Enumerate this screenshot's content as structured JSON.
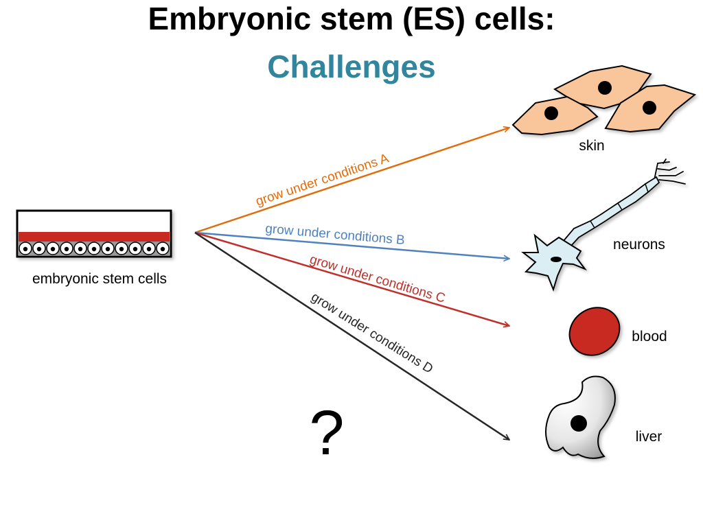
{
  "title": "Embryonic stem (ES) cells:",
  "subtitle": "Challenges",
  "source_label": "embryonic stem cells",
  "question_mark": "?",
  "colors": {
    "subtitle": "#31859c",
    "condition_a": "#e36c0a",
    "condition_b": "#4f81bd",
    "condition_c": "#c0302b",
    "condition_d": "#262626",
    "skin_cell": "#f9c59b",
    "blood_cell": "#c82a23",
    "neuron": "#dbeef4"
  },
  "pathways": [
    {
      "condition": "grow under conditions A",
      "target": "skin"
    },
    {
      "condition": "grow under conditions B",
      "target": "neurons"
    },
    {
      "condition": "grow under conditions C",
      "target": "blood"
    },
    {
      "condition": "grow under conditions D",
      "target": "liver"
    }
  ]
}
